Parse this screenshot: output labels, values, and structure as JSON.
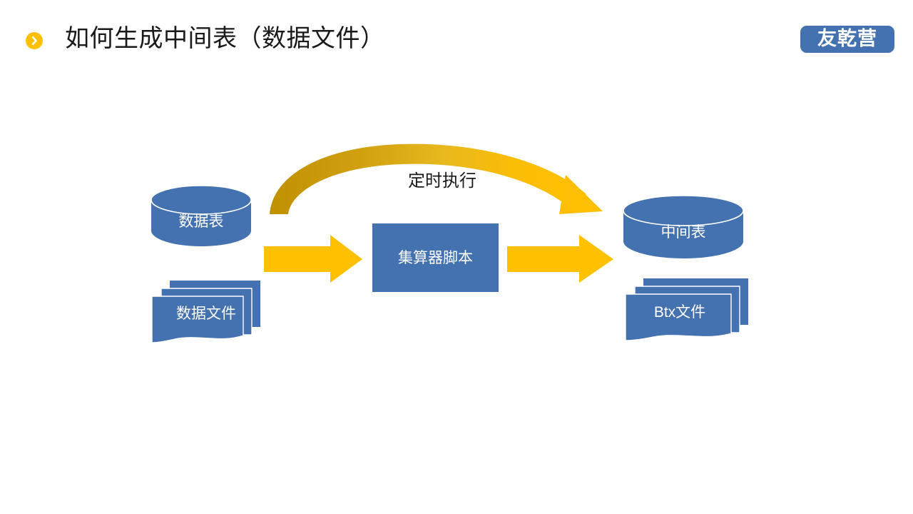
{
  "slide": {
    "background_color": "#FFFFFF",
    "header": {
      "bullet_icon": "chevron-right-circle-icon",
      "bullet_color": "#FFC000",
      "title": "如何生成中间表（数据文件）",
      "title_color": "#1A1A1A",
      "logo_text": "友乾营",
      "logo_bg_color": "#4472B0",
      "logo_text_color": "#FFFFFF"
    },
    "diagram": {
      "shape_fill": "#4472B0",
      "shape_text_color": "#FFFFFF",
      "arrow_color": "#FFC000",
      "curve_start_color": "#BF9000",
      "curve_end_color": "#FFC000",
      "nodes": [
        {
          "id": "db-source",
          "label": "数据表",
          "shape": "cylinder"
        },
        {
          "id": "file-source",
          "label": "数据文件",
          "shape": "document-stack"
        },
        {
          "id": "script",
          "label": "集算器脚本",
          "shape": "rectangle"
        },
        {
          "id": "db-target",
          "label": "中间表",
          "shape": "cylinder"
        },
        {
          "id": "file-target",
          "label": "Btx文件",
          "shape": "document-stack"
        }
      ],
      "connectors": [
        {
          "id": "arrow-input",
          "type": "block-arrow",
          "direction": "right",
          "color": "#FFC000"
        },
        {
          "id": "arrow-output",
          "type": "block-arrow",
          "direction": "right",
          "color": "#FFC000"
        },
        {
          "id": "curve-schedule",
          "type": "curved-arrow",
          "label": "定时执行",
          "label_color": "#1A1A1A"
        }
      ]
    }
  }
}
